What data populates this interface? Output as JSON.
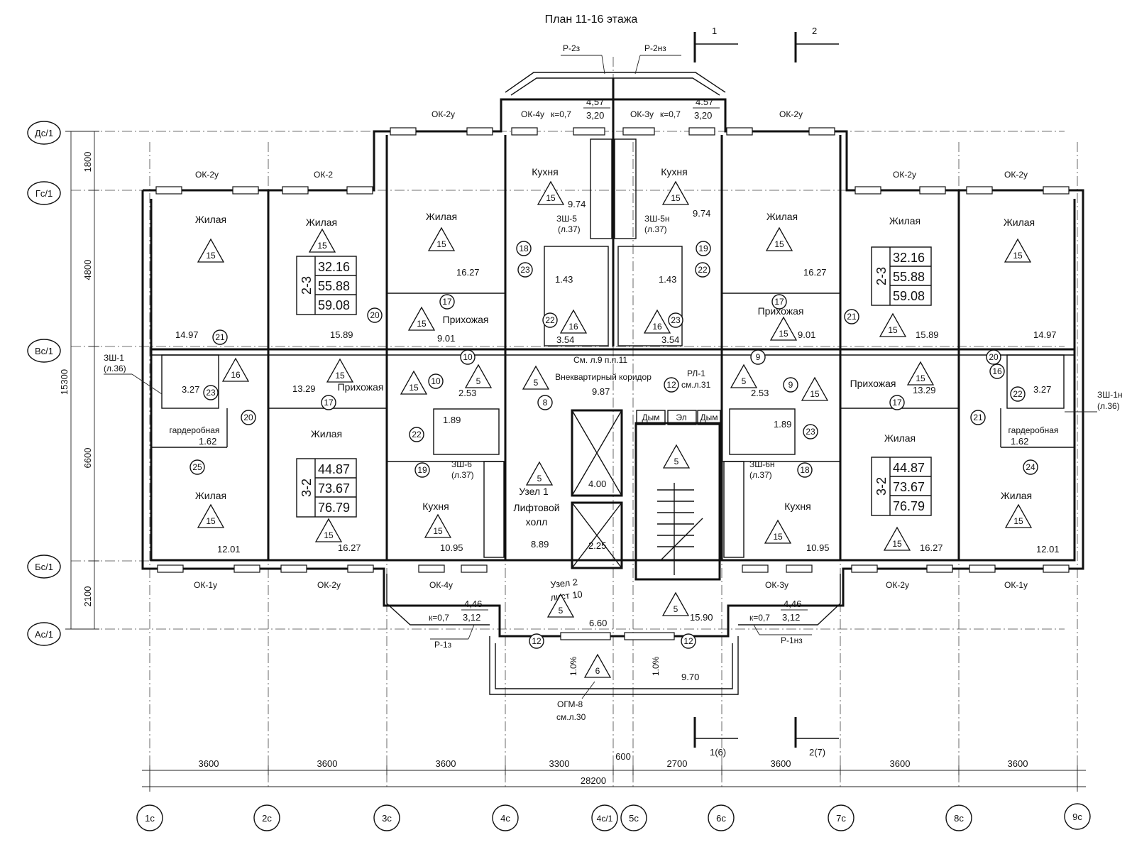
{
  "title": "План 11-16 этажа",
  "sections": {
    "section1": {
      "top_label": "1",
      "bottom_label": "1(6)"
    },
    "section2": {
      "top_label": "2",
      "bottom_label": "2(7)"
    }
  },
  "balconies": {
    "top_left": "Р-2з",
    "top_right": "Р-2нз",
    "bottom_left": "Р-1з",
    "bottom_right": "Р-1нз"
  },
  "window_marks": {
    "ok2y_top_left": "ОК-2у",
    "ok2_top": "ОК-2",
    "ok2y_top_c3": "ОК-2у",
    "ok4y_top": "ОК-4у",
    "ok3y_top": "ОК-3у",
    "ok2y_top_c6": "ОК-2у",
    "ok2y_top_c7": "ОК-2у",
    "ok2y_top_c8": "ОК-2у",
    "ok1y_bottom_left": "ОК-1у",
    "ok2y_bottom_c2": "ОК-2у",
    "ok4y_bottom": "ОК-4у",
    "ok3y_bottom": "ОК-3у",
    "ok2y_bottom_c7": "ОК-2у",
    "ok1y_bottom_right": "ОК-1у"
  },
  "bay_values": {
    "top_left": {
      "a": "4,57",
      "k": "к=0,7",
      "b": "3,20"
    },
    "top_right": {
      "a": "4.57",
      "k": "к=0,7",
      "b": "3,20"
    },
    "bottom_left": {
      "a": "4,46",
      "k": "к=0,7",
      "b": "3,12"
    },
    "bottom_right": {
      "a": "4,46",
      "k": "к=0,7",
      "b": "3,12"
    }
  },
  "rooms": {
    "zhilaya": "Жилая",
    "kukhnya": "Кухня",
    "prikhozhaya": "Прихожая",
    "garderobnaya": "гардеробная",
    "vnekv_koridor": "Внеквартирный коридор",
    "uzel": "Узел 1",
    "lift_holl_1": "Лифтовой",
    "lift_holl_2": "холл",
    "dym": "Дым",
    "el": "Эл"
  },
  "areas": {
    "a_1497_l": "14.97",
    "a_1589_l": "15.89",
    "a_1627_l": "16.27",
    "a_974_l": "9.74",
    "a_143_l": "1.43",
    "a_354_l": "3.54",
    "a_901_l": "9.01",
    "a_327_l": "3.27",
    "a_1329_l": "13.29",
    "a_162_l": "1.62",
    "a_1201_l": "12.01",
    "a_1627_bl": "16.27",
    "a_1095_l": "10.95",
    "a_253_l": "2.53",
    "a_189_l": "1.89",
    "a_987": "9.87",
    "a_889": "8.89",
    "a_400": "4.00",
    "a_225": "2.25",
    "a_660": "6.60",
    "a_1590": "15.90",
    "a_970": "9.70",
    "a_974_r": "9.74",
    "a_143_r": "1.43",
    "a_354_r": "3.54",
    "a_1627_r": "16.27",
    "a_901_r": "9.01",
    "a_1589_r": "15.89",
    "a_1497_r": "14.97",
    "a_327_r": "3.27",
    "a_1329_r": "13.29",
    "a_162_r": "1.62",
    "a_253_r": "2.53",
    "a_189_r": "1.89",
    "a_1095_r": "10.95",
    "a_1627_br": "16.27",
    "a_1201_r": "12.01"
  },
  "apartments": {
    "tl": {
      "type": "2-3",
      "v1": "32.16",
      "v2": "55.88",
      "v3": "59.08"
    },
    "bl": {
      "type": "3-2",
      "v1": "44.87",
      "v2": "73.67",
      "v3": "76.79"
    },
    "tr": {
      "type": "2-3",
      "v1": "32.16",
      "v2": "55.88",
      "v3": "59.08"
    },
    "br": {
      "type": "3-2",
      "v1": "44.87",
      "v2": "73.67",
      "v3": "76.79"
    }
  },
  "notes": {
    "zsh5": "ЗШ-5",
    "zsh5_ref": "(л.37)",
    "zsh5n": "ЗШ-5н",
    "zsh5n_ref": "(л.37)",
    "zsh1": "ЗШ-1",
    "zsh1_ref": "(л.36)",
    "zsh1n": "ЗШ-1н",
    "zsh1n_ref": "(л.36)",
    "zsh6": "ЗШ-6",
    "zsh6_ref": "(л.37)",
    "zsh6n": "ЗШ-6н",
    "zsh6n_ref": "(л.37)",
    "see_l9": "См. л.9 п.п.11",
    "rl1": "РЛ-1",
    "rl1_ref": "см.л.31",
    "ogm": "ОГМ-8",
    "ogm_ref": "см.л.30",
    "slope_l": "1.0%",
    "slope_r": "1.0%",
    "hand_1": "Узел 2",
    "hand_2": "лист 10"
  },
  "triangles": {
    "t15": "15",
    "t16": "16",
    "t5": "5",
    "t6": "6"
  },
  "bubbles": {
    "b8": "8",
    "b9": "9",
    "b10": "10",
    "b12": "12",
    "b16": "16",
    "b17": "17",
    "b18": "18",
    "b19": "19",
    "b20": "20",
    "b21": "21",
    "b22": "22",
    "b23": "23",
    "b24": "24",
    "b25": "25"
  },
  "row_axes": {
    "d": "Дс/1",
    "g": "Гс/1",
    "v": "Вс/1",
    "b": "Бс/1",
    "a": "Ас/1"
  },
  "row_dims": {
    "d1": "1800",
    "d2": "4800",
    "d3": "6600",
    "d4": "2100",
    "total": "15300"
  },
  "col_axes": {
    "c1": "1с",
    "c2": "2с",
    "c3": "3с",
    "c4": "4с",
    "c4a": "4с/1",
    "c5": "5с",
    "c6": "6с",
    "c7": "7с",
    "c8": "8с",
    "c9": "9с"
  },
  "col_dims": {
    "d1": "3600",
    "d2": "3600",
    "d3": "3600",
    "d4": "3300",
    "d5": "600",
    "d6": "2700",
    "d7": "3600",
    "d8": "3600",
    "d9": "3600",
    "total": "28200"
  }
}
